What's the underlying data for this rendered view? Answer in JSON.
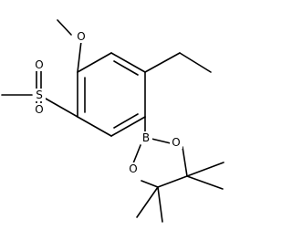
{
  "molecule": {
    "atoms": {
      "methoxy_o": "O",
      "sulfonyl_s": "S",
      "sulfonyl_o_top": "O",
      "sulfonyl_o_bottom": "O",
      "boron": "B",
      "dioxaborolane_o_right": "O",
      "dioxaborolane_o_left": "O"
    },
    "colors": {
      "bond": "#000000",
      "label": "#000000",
      "background": "#ffffff"
    }
  }
}
